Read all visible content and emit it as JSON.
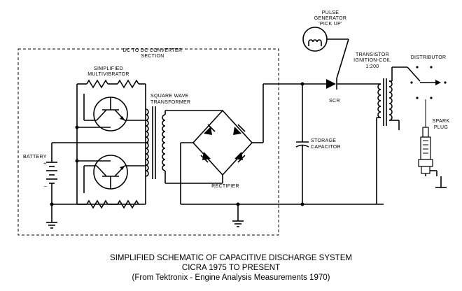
{
  "labels": {
    "converter_line1": "DC TO DC CONVERTER",
    "converter_line2": "SECTION",
    "multivibrator_line1": "SIMPLIFIED",
    "multivibrator_line2": "MULTIVIBRATOR",
    "transformer_line1": "SQUARE WAVE",
    "transformer_line2": "TRANSFORMER",
    "battery": "BATTERY",
    "battery_plus": "+",
    "battery_minus": "–",
    "rectifier": "RECTIFIER",
    "storage_line1": "STORAGE",
    "storage_line2": "CAPACITOR",
    "scr": "SCR",
    "pulse_line1": "PULSE",
    "pulse_line2": "GENERATOR",
    "pulse_line3": "'PICK UP'",
    "coil_line1": "TRANSISTOR",
    "coil_line2": "IGNITION-COIL",
    "coil_line3": "1:200",
    "distributor": "DISTRIBUTOR",
    "spark_line1": "SPARK",
    "spark_line2": "PLUG"
  },
  "caption": {
    "line1": "SIMPLIFIED SCHEMATIC OF CAPACITIVE DISCHARGE SYSTEM",
    "line2": "CICRA 1975 TO PRESENT",
    "line3": "(From Tektronix - Engine Analysis Measurements 1970)"
  }
}
